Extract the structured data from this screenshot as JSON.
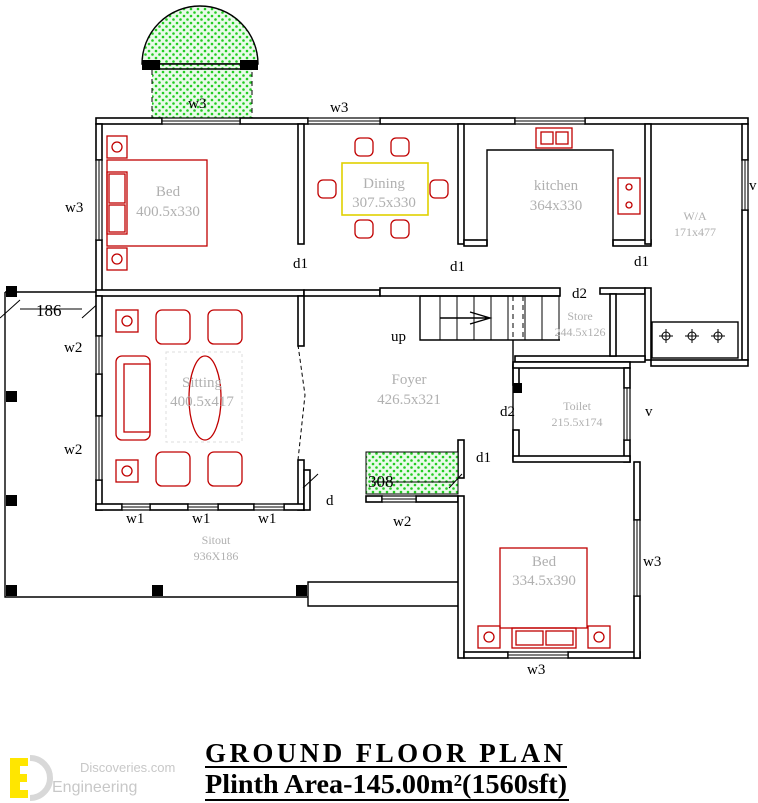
{
  "title": "GROUND FLOOR PLAN",
  "subtitle": "Plinth Area-145.00m²(1560sft)",
  "watermark": {
    "line1": "Discoveries.com",
    "line2": "Engineering",
    "logo": "ED"
  },
  "rooms": {
    "bed1": {
      "name": "Bed",
      "size": "400.5x330"
    },
    "dining": {
      "name": "Dining",
      "size": "307.5x330"
    },
    "kitchen": {
      "name": "kitchen",
      "size": "364x330"
    },
    "wa": {
      "name": "W/A",
      "size": "171x477"
    },
    "store": {
      "name": "Store",
      "size": "244.5x126"
    },
    "sitting": {
      "name": "Sitting",
      "size": "400.5x417"
    },
    "foyer": {
      "name": "Foyer",
      "size": "426.5x321"
    },
    "toilet": {
      "name": "Toilet",
      "size": "215.5x174"
    },
    "sitout": {
      "name": "Sitout",
      "size": "936X186"
    },
    "bed2": {
      "name": "Bed",
      "size": "334.5x390"
    }
  },
  "labels": {
    "w3_garden": "w3",
    "w3_dining": "w3",
    "w3_bed1": "w3",
    "d1_bed": "d1",
    "d1_dining": "d1",
    "d1_kitchen": "d1",
    "d1_bed2": "d1",
    "d2_store": "d2",
    "d2_toilet": "d2",
    "v_wa": "v",
    "v_toilet": "v",
    "dim_186": "186",
    "dim_308": "308",
    "w2_top": "w2",
    "w2_bottom": "w2",
    "w2_foyer": "w2",
    "w1_a": "w1",
    "w1_b": "w1",
    "w1_c": "w1",
    "up": "up",
    "d_main": "d",
    "w3_bed2_side": "w3",
    "w3_bed2_bottom": "w3"
  },
  "colors": {
    "wall": "#000000",
    "furniture": "#c00000",
    "dining_table": "#e0d000",
    "garden": "#22cc22",
    "room_text": "#b0b0b0"
  }
}
